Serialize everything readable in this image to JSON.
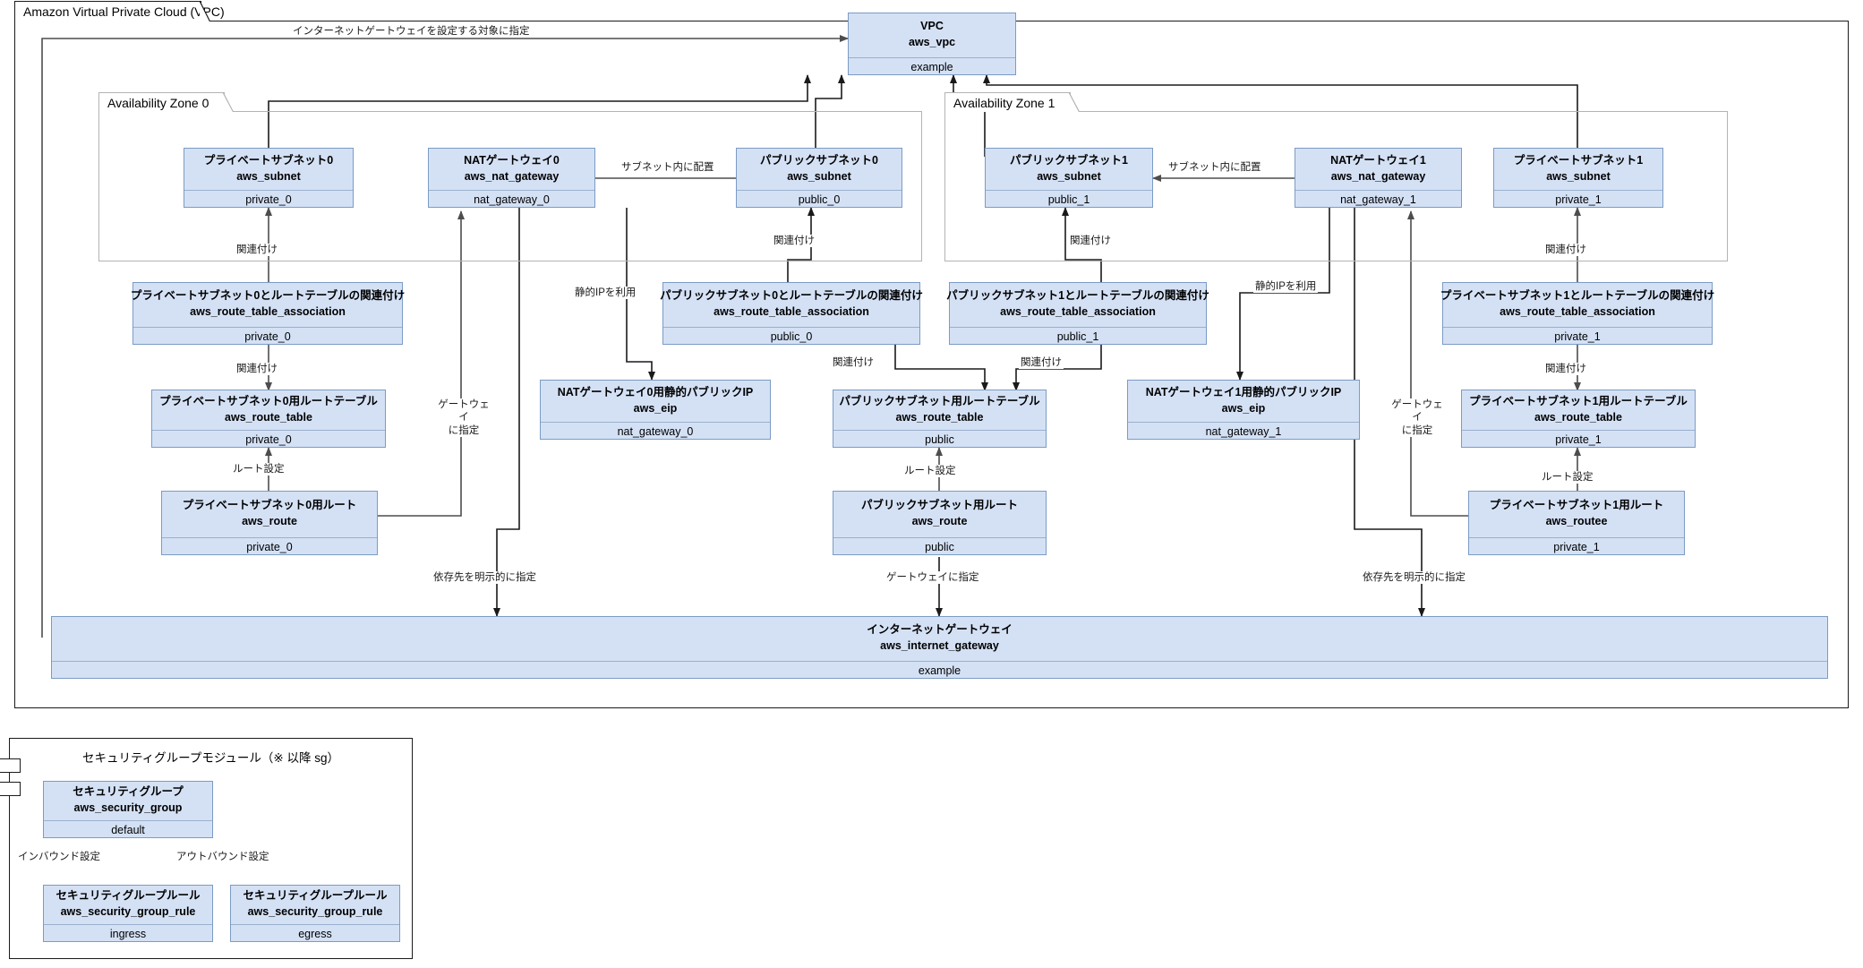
{
  "diagram": {
    "title": "Amazon Virtual Private Cloud (VPC)",
    "colors": {
      "node_fill": "#d4e1f5",
      "node_border": "#7b9bc4",
      "vpc_border": "#1a1a1a",
      "az_border": "#b3b3b3",
      "edge": "#4d4d4d"
    }
  },
  "containers": {
    "vpc": {
      "label": "Amazon Virtual Private Cloud (VPC)"
    },
    "az0": {
      "label": "Availability Zone 0"
    },
    "az1": {
      "label": "Availability Zone 1"
    },
    "sg_module": {
      "label": "セキュリティグループモジュール（※ 以降 sg）"
    }
  },
  "nodes": {
    "vpc": {
      "title": "VPC",
      "type": "aws_vpc",
      "name": "example"
    },
    "private_subnet_0": {
      "title": "プライベートサブネット0",
      "type": "aws_subnet",
      "name": "private_0"
    },
    "nat_gateway_0": {
      "title": "NATゲートウェイ0",
      "type": "aws_nat_gateway",
      "name": "nat_gateway_0"
    },
    "public_subnet_0": {
      "title": "パブリックサブネット0",
      "type": "aws_subnet",
      "name": "public_0"
    },
    "public_subnet_1": {
      "title": "パブリックサブネット1",
      "type": "aws_subnet",
      "name": "public_1"
    },
    "nat_gateway_1": {
      "title": "NATゲートウェイ1",
      "type": "aws_nat_gateway",
      "name": "nat_gateway_1"
    },
    "private_subnet_1": {
      "title": "プライベートサブネット1",
      "type": "aws_subnet",
      "name": "private_1"
    },
    "assoc_private_0": {
      "title": "プライベートサブネット0とルートテーブルの関連付け",
      "type": "aws_route_table_association",
      "name": "private_0"
    },
    "assoc_public_0": {
      "title": "パブリックサブネット0とルートテーブルの関連付け",
      "type": "aws_route_table_association",
      "name": "public_0"
    },
    "assoc_public_1": {
      "title": "パブリックサブネット1とルートテーブルの関連付け",
      "type": "aws_route_table_association",
      "name": "public_1"
    },
    "assoc_private_1": {
      "title": "プライベートサブネット1とルートテーブルの関連付け",
      "type": "aws_route_table_association",
      "name": "private_1"
    },
    "rt_private_0": {
      "title": "プライベートサブネット0用ルートテーブル",
      "type": "aws_route_table",
      "name": "private_0"
    },
    "eip_0": {
      "title": "NATゲートウェイ0用静的パブリックIP",
      "type": "aws_eip",
      "name": "nat_gateway_0"
    },
    "rt_public": {
      "title": "パブリックサブネット用ルートテーブル",
      "type": "aws_route_table",
      "name": "public"
    },
    "eip_1": {
      "title": "NATゲートウェイ1用静的パブリックIP",
      "type": "aws_eip",
      "name": "nat_gateway_1"
    },
    "rt_private_1": {
      "title": "プライベートサブネット1用ルートテーブル",
      "type": "aws_route_table",
      "name": "private_1"
    },
    "route_private_0": {
      "title": "プライベートサブネット0用ルート",
      "type": "aws_route",
      "name": "private_0"
    },
    "route_public": {
      "title": "パブリックサブネット用ルート",
      "type": "aws_route",
      "name": "public"
    },
    "route_private_1": {
      "title": "プライベートサブネット1用ルート",
      "type": "aws_routee",
      "name": "private_1"
    },
    "internet_gateway": {
      "title": "インターネットゲートウェイ",
      "type": "aws_internet_gateway",
      "name": "example"
    },
    "security_group": {
      "title": "セキュリティグループ",
      "type": "aws_security_group",
      "name": "default"
    },
    "sg_rule_ingress": {
      "title": "セキュリティグループルール",
      "type": "aws_security_group_rule",
      "name": "ingress"
    },
    "sg_rule_egress": {
      "title": "セキュリティグループルール",
      "type": "aws_security_group_rule",
      "name": "egress"
    }
  },
  "edge_labels": {
    "igw_target": "インターネットゲートウェイを設定する対象に指定",
    "in_subnet_0": "サブネット内に配置",
    "in_subnet_1": "サブネット内に配置",
    "assoc_priv0_subnet": "関連付け",
    "assoc_priv0_rt": "関連付け",
    "assoc_pub0_subnet": "関連付け",
    "assoc_pub0_rt": "関連付け",
    "assoc_pub1_subnet": "関連付け",
    "assoc_pub1_rt": "関連付け",
    "assoc_priv1_subnet": "関連付け",
    "assoc_priv1_rt": "関連付け",
    "static_ip_0": "静的IPを利用",
    "static_ip_1": "静的IPを利用",
    "gateway_priv0_l1": "ゲートウェイ",
    "gateway_priv0_l2": "に指定",
    "gateway_priv1_l1": "ゲートウェイ",
    "gateway_priv1_l2": "に指定",
    "route_set_priv0": "ルート設定",
    "route_set_pub": "ルート設定",
    "route_set_priv1": "ルート設定",
    "gateway_public": "ゲートウェイに指定",
    "depends_on_0": "依存先を明示的に指定",
    "depends_on_1": "依存先を明示的に指定",
    "inbound": "インバウンド設定",
    "outbound": "アウトバウンド設定"
  }
}
